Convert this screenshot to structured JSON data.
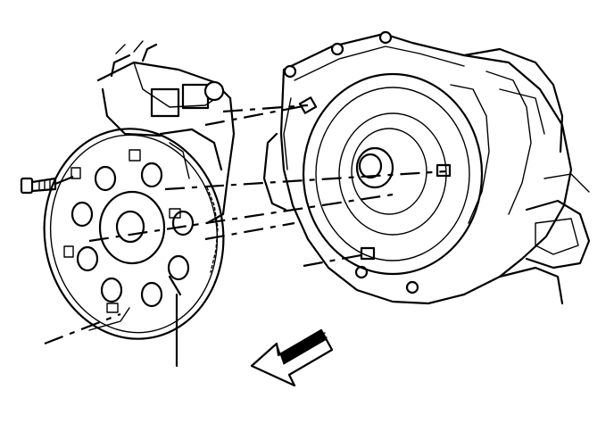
{
  "diagram": {
    "type": "exploded-view illustration",
    "parts": [
      {
        "id": "flexplate",
        "icon": "flexplate-icon"
      },
      {
        "id": "flexplate-bolt",
        "icon": "bolt-icon"
      },
      {
        "id": "engine-block",
        "icon": "engine-block-icon"
      },
      {
        "id": "transmission",
        "icon": "transmission-icon"
      },
      {
        "id": "torque-converter",
        "icon": "torque-converter-icon"
      },
      {
        "id": "direction-arrow",
        "icon": "arrow-left-icon"
      }
    ],
    "colors": {
      "ink": "#000000",
      "paper": "#ffffff"
    }
  }
}
